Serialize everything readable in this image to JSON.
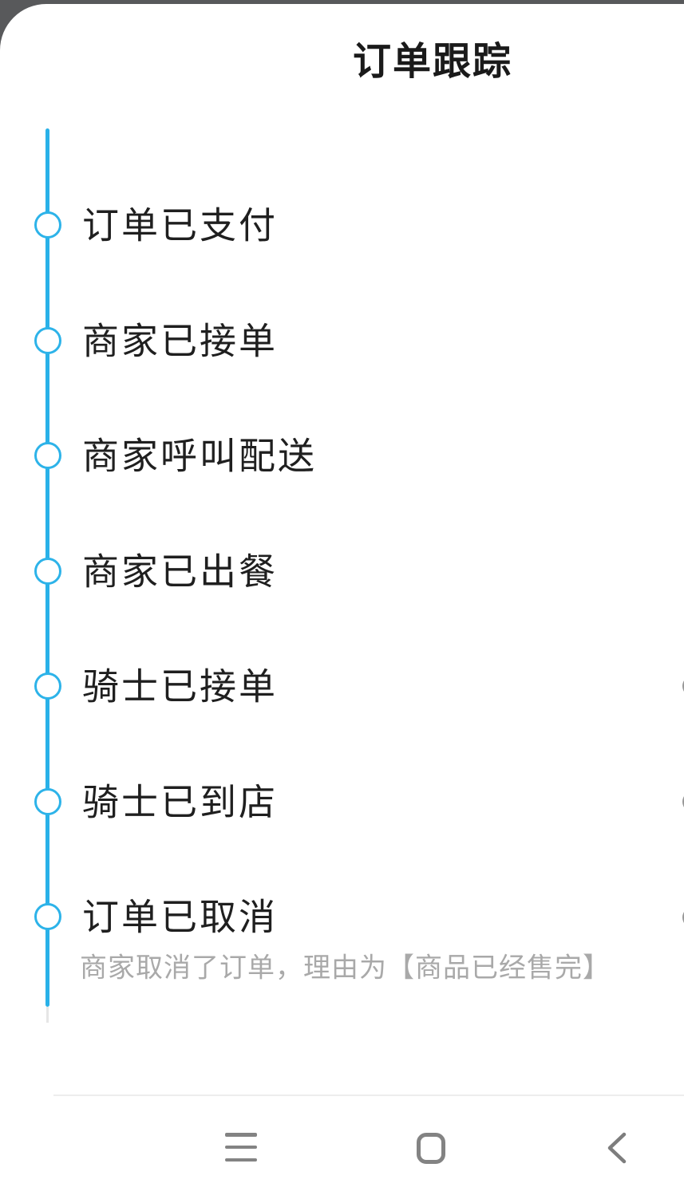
{
  "page_title": "订单跟踪",
  "colors": {
    "accent_blue": "#29b1e8",
    "backdrop_gray": "#58595b",
    "label_text": "#1f1f1f",
    "note_text": "#a9a9a9",
    "nav_icon_gray": "#838383",
    "divider": "#ededed"
  },
  "timeline": {
    "items": [
      {
        "label": "订单已支付"
      },
      {
        "label": "商家已接单"
      },
      {
        "label": "商家呼叫配送"
      },
      {
        "label": "商家已出餐"
      },
      {
        "label": "骑士已接单"
      },
      {
        "label": "骑士已到店"
      },
      {
        "label": "订单已取消",
        "note": "商家取消了订单，理由为【商品已经售完】"
      }
    ]
  },
  "nav": {
    "icons": [
      "recent-apps-icon",
      "home-icon",
      "back-icon"
    ]
  }
}
